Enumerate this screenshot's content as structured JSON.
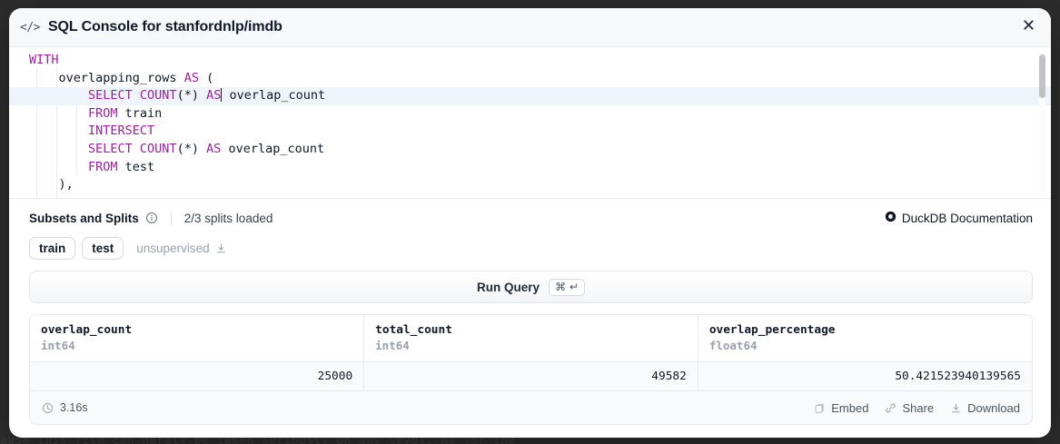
{
  "backdrop": {
    "page_text": "ause this film can hardly be taken seriously on any level. As for the"
  },
  "modal": {
    "icon": "code-tag-icon",
    "title": "SQL Console for stanfordnlp/imdb",
    "close_icon": "close-icon"
  },
  "editor": {
    "lines": [
      {
        "indent": 0,
        "tokens": [
          {
            "t": "WITH",
            "kw": true
          }
        ],
        "active": false
      },
      {
        "indent": 0,
        "tokens": [
          {
            "t": "    overlapping_rows ",
            "kw": false
          },
          {
            "t": "AS",
            "kw": true
          },
          {
            "t": " (",
            "kw": false
          }
        ],
        "active": false
      },
      {
        "indent": 0,
        "tokens": [
          {
            "t": "        ",
            "kw": false
          },
          {
            "t": "SELECT COUNT",
            "kw": true
          },
          {
            "t": "(*) ",
            "kw": false
          },
          {
            "t": "AS",
            "kw": true
          },
          {
            "t": "|",
            "kw": false
          },
          {
            "t": " overlap_count",
            "kw": false
          }
        ],
        "active": true
      },
      {
        "indent": 0,
        "tokens": [
          {
            "t": "        ",
            "kw": false
          },
          {
            "t": "FROM",
            "kw": true
          },
          {
            "t": " train",
            "kw": false
          }
        ],
        "active": false
      },
      {
        "indent": 0,
        "tokens": [
          {
            "t": "        ",
            "kw": false
          },
          {
            "t": "INTERSECT",
            "kw": true
          }
        ],
        "active": false
      },
      {
        "indent": 0,
        "tokens": [
          {
            "t": "        ",
            "kw": false
          },
          {
            "t": "SELECT COUNT",
            "kw": true
          },
          {
            "t": "(*) ",
            "kw": false
          },
          {
            "t": "AS",
            "kw": true
          },
          {
            "t": " overlap_count",
            "kw": false
          }
        ],
        "active": false
      },
      {
        "indent": 0,
        "tokens": [
          {
            "t": "        ",
            "kw": false
          },
          {
            "t": "FROM",
            "kw": true
          },
          {
            "t": " test",
            "kw": false
          }
        ],
        "active": false
      },
      {
        "indent": 0,
        "tokens": [
          {
            "t": "    ),",
            "kw": false
          }
        ],
        "active": false
      }
    ],
    "keyword_color": "#9b1fa0",
    "active_line_color": "#eff4fb"
  },
  "splits": {
    "title": "Subsets and Splits",
    "info_icon": "info-circle-icon",
    "loaded_text": "2/3 splits loaded",
    "docs_link": {
      "label": "DuckDB Documentation",
      "icon": "duckdb-icon"
    },
    "pills": [
      {
        "label": "train",
        "selected": true,
        "download_icon": false
      },
      {
        "label": "test",
        "selected": true,
        "download_icon": false
      },
      {
        "label": "unsupervised",
        "selected": false,
        "download_icon": true
      }
    ]
  },
  "run_query": {
    "label": "Run Query",
    "shortcut": "⌘ ↵"
  },
  "results": {
    "columns": [
      {
        "name": "overlap_count",
        "type": "int64"
      },
      {
        "name": "total_count",
        "type": "int64"
      },
      {
        "name": "overlap_percentage",
        "type": "float64"
      }
    ],
    "rows": [
      [
        "25000",
        "49582",
        "50.421523940139565"
      ]
    ],
    "timing": {
      "icon": "clock-icon",
      "value": "3.16s"
    },
    "actions": [
      {
        "label": "Embed",
        "icon": "copy-icon"
      },
      {
        "label": "Share",
        "icon": "link-icon"
      },
      {
        "label": "Download",
        "icon": "download-icon"
      }
    ]
  }
}
